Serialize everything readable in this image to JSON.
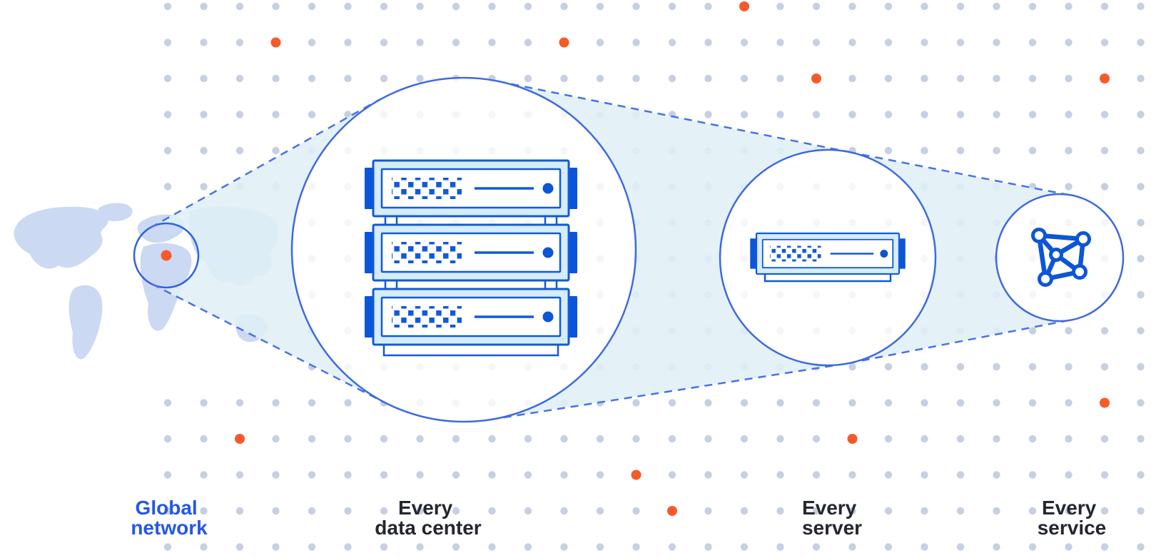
{
  "diagram": {
    "description": "Zoom progression diagram from a global network map to a data center, a server, and a service mesh",
    "stages": [
      "Global network",
      "Every data center",
      "Every server",
      "Every service"
    ]
  },
  "labels": {
    "global_network": {
      "line1": "Global",
      "line2": "network"
    },
    "every_data_center": {
      "line1": "Every",
      "line2": "data center"
    },
    "every_server": {
      "line1": "Every",
      "line2": "server"
    },
    "every_service": {
      "line1": "Every",
      "line2": "service"
    }
  },
  "icons": {
    "world_map": "world-map",
    "location_dot": "location-dot",
    "data_center": "server-rack-icon",
    "server": "server-icon",
    "service": "mesh-network-icon"
  },
  "colors": {
    "accent_orange": "#f65a2b",
    "grid_dot": "#c7cfe3",
    "map_fill": "#ccd9f2",
    "cone_fill": "#dff0f7",
    "circle_stroke": "#3e6ade",
    "dashed_stroke": "#4a72e6",
    "server_stroke": "#1159dc",
    "server_dark": "#0b55d8",
    "server_pale": "#d6edf8",
    "label_dark": "#24272e",
    "label_blue": "#2457e6"
  },
  "background": {
    "orange_dot_cells": [
      [
        3,
        1
      ],
      [
        11,
        1
      ],
      [
        16,
        0
      ],
      [
        18,
        2
      ],
      [
        26,
        2
      ],
      [
        2,
        12
      ],
      [
        19,
        12
      ],
      [
        13,
        13
      ],
      [
        14,
        14
      ],
      [
        26,
        11
      ]
    ]
  }
}
